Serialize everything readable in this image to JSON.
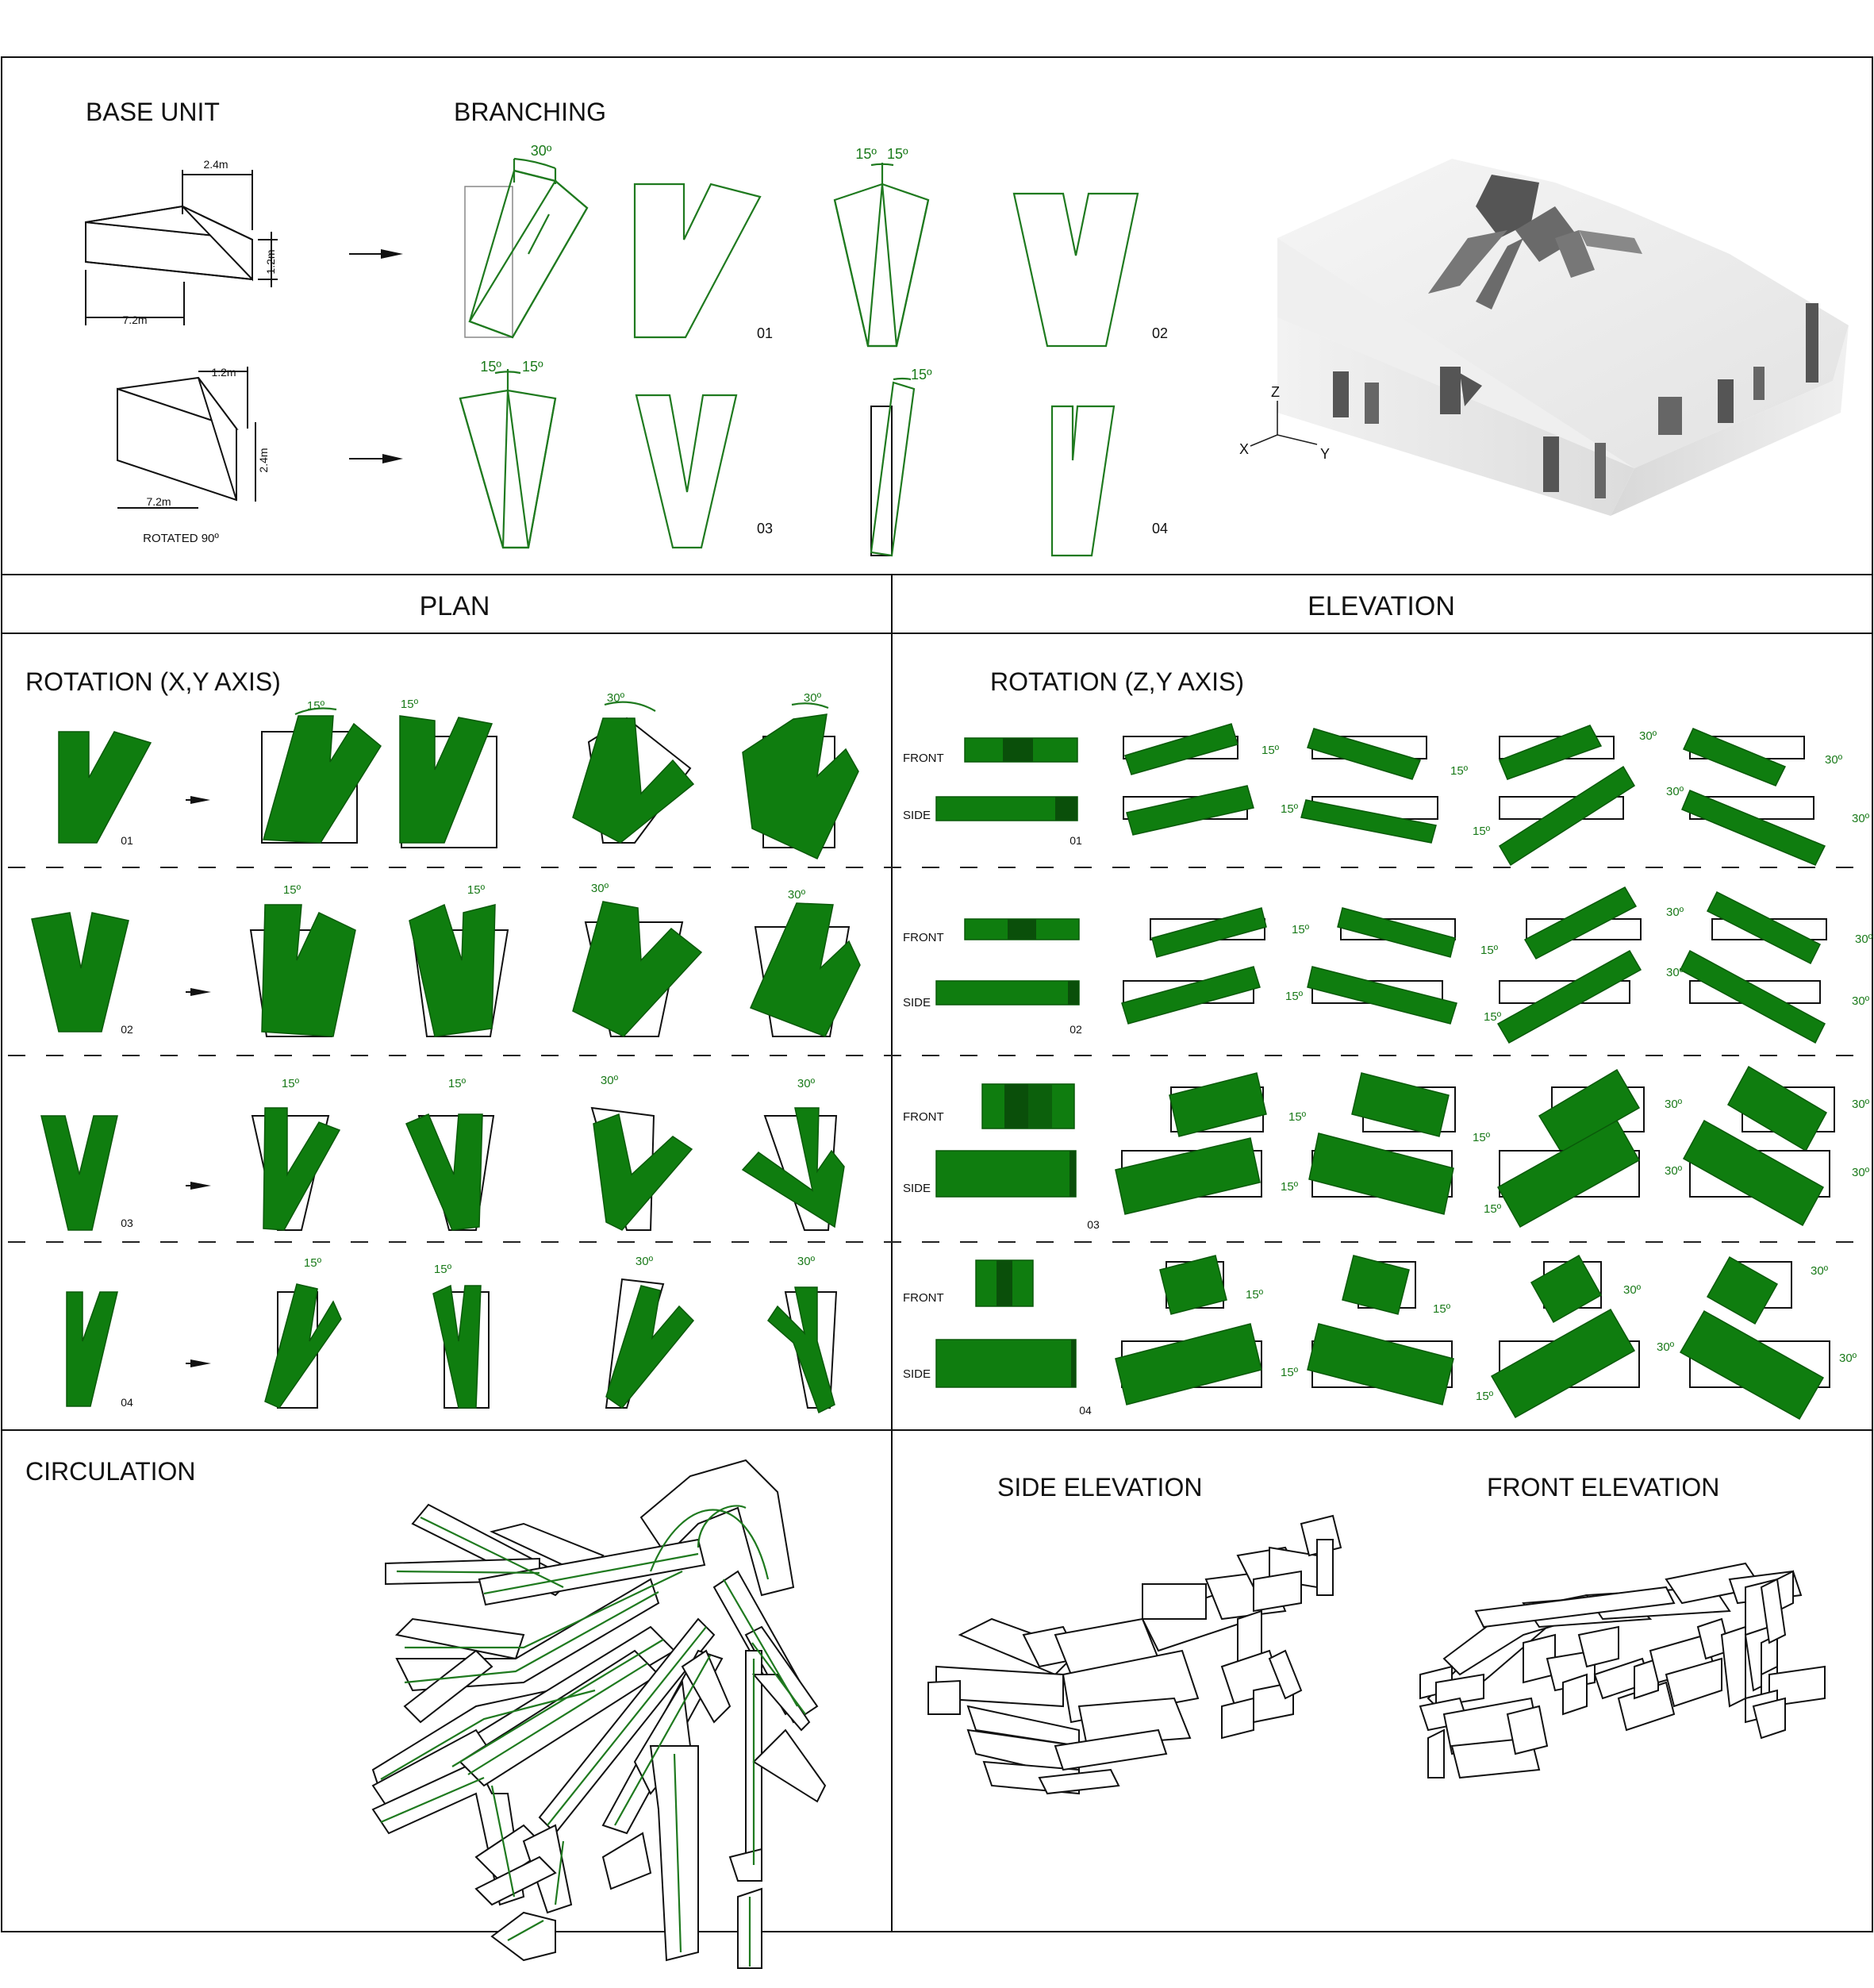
{
  "sections": {
    "base_unit": "BASE UNIT",
    "branching": "BRANCHING",
    "plan": "PLAN",
    "elevation": "ELEVATION",
    "rotation_xy": "ROTATION (X,Y AXIS)",
    "rotation_zy": "ROTATION (Z,Y AXIS)",
    "circulation": "CIRCULATION",
    "side_elevation": "SIDE ELEVATION",
    "front_elevation": "FRONT ELEVATION"
  },
  "base_unit": {
    "dim_width": "2.4m",
    "dim_height": "1.2m",
    "dim_length": "7.2m",
    "rot_dim_width": "1.2m",
    "rot_dim_height": "2.4m",
    "rot_dim_length": "7.2m",
    "rotated_label": "ROTATED 90º"
  },
  "branching": {
    "angle_30": "30º",
    "angle_15": "15º",
    "labels": [
      "01",
      "02",
      "03",
      "04"
    ]
  },
  "axes": {
    "x": "X",
    "y": "Y",
    "z": "Z"
  },
  "plan_rows": [
    "01",
    "02",
    "03",
    "04"
  ],
  "elevation": {
    "front": "FRONT",
    "side": "SIDE",
    "rows": [
      "01",
      "02",
      "03",
      "04"
    ]
  },
  "angles": {
    "a15": "15º",
    "a30": "30º"
  },
  "colors": {
    "green": "#0f7d0f",
    "green_dark": "#0a4f0a",
    "line": "#111111"
  }
}
